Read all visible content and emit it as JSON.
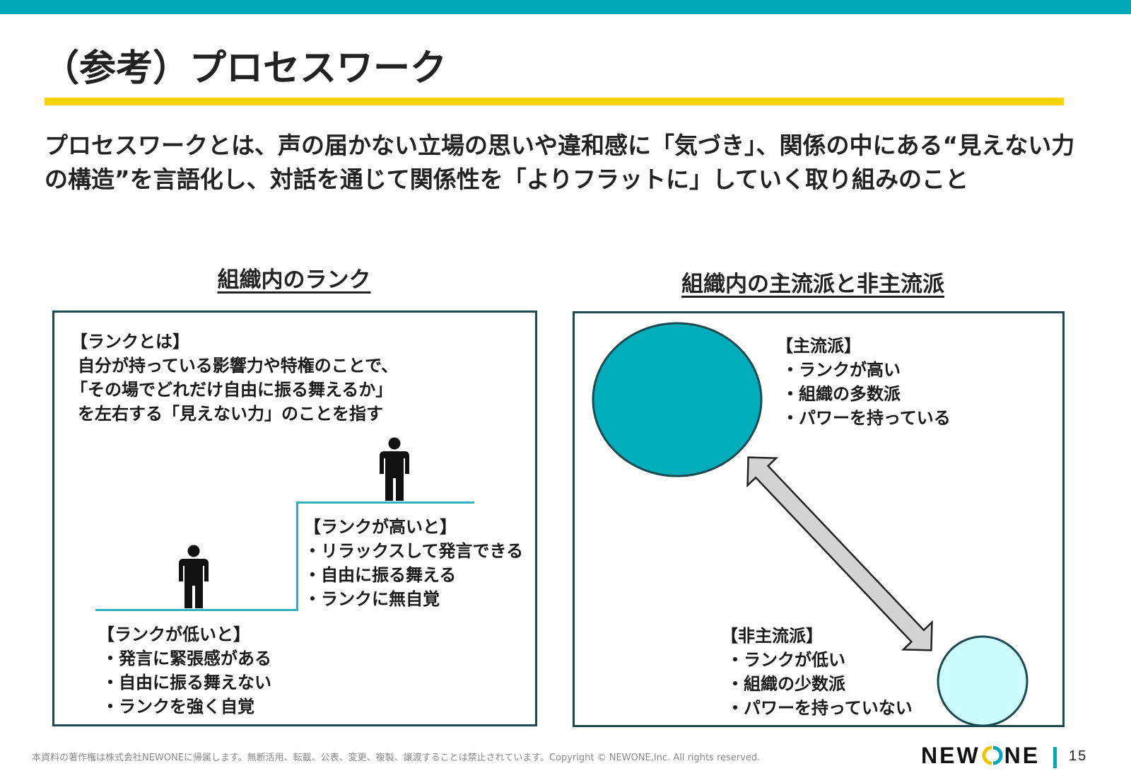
{
  "header": {
    "title": "（参考）プロセスワーク"
  },
  "lead": {
    "text": "プロセスワークとは、声の届かない立場の思いや違和感に「気づき」、関係の中にある“見えない力の構造”を言語化し、対話を通じて関係性を「よりフラットに」していく取り組みのこと"
  },
  "left": {
    "heading": "組織内のランク",
    "definition": [
      "【ランクとは】",
      "自分が持っている影響力や特権のことで、",
      "「その場でどれだけ自由に振る舞えるか」",
      "を左右する「見えない力」のことを指す"
    ],
    "high": [
      "【ランクが高いと】",
      "・リラックスして発言できる",
      "・自由に振る舞える",
      "・ランクに無自覚"
    ],
    "low": [
      "【ランクが低いと】",
      "・発言に緊張感がある",
      "・自由に振る舞えない",
      "・ランクを強く自覚"
    ]
  },
  "right": {
    "heading": "組織内の主流派と非主流派",
    "mainstream": [
      "【主流派】",
      "・ランクが高い",
      "・組織の多数派",
      "・パワーを持っている"
    ],
    "minority": [
      "【非主流派】",
      "・ランクが低い",
      "・組織の少数派",
      "・パワーを持っていない"
    ]
  },
  "footer": {
    "copyright": "本資料の著作権は株式会社NEWONEに帰属します。無断活用、転載、公表、変更、複製、譲渡することは禁止されています。Copyright © NEWONE,Inc. All rights reserved.",
    "logo": "NEWONE",
    "page": "15"
  },
  "colors": {
    "accent": "#00a9b7",
    "yellow": "#ffd200",
    "mainstream": "#00adbb",
    "minority": "#ccfcff",
    "border": "#1d4a50"
  }
}
